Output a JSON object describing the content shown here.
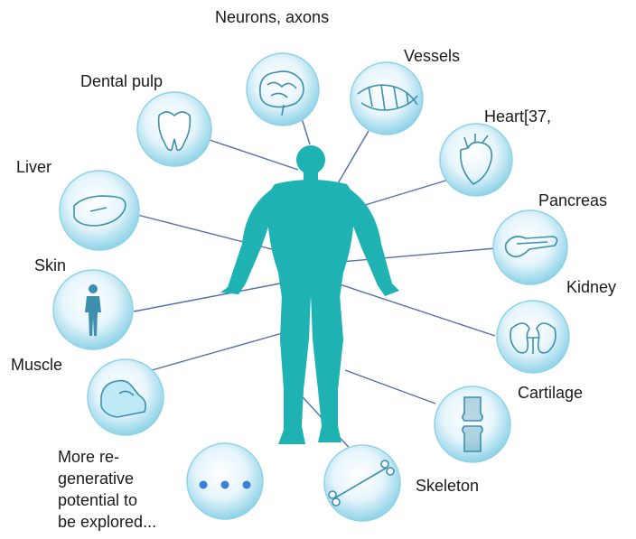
{
  "labels": {
    "neurons": "Neurons, axons",
    "vessels": "Vessels",
    "dental": "Dental pulp",
    "heart": "Heart[37,",
    "liver": "Liver",
    "pancreas": "Pancreas",
    "skin": "Skin",
    "kidney": "Kidney",
    "muscle": "Muscle",
    "cartilage": "Cartilage",
    "more": "More re-\ngenerative\npotential to\nbe explored...",
    "skeleton": "Skeleton"
  },
  "colors": {
    "body": "#1fb2b3",
    "connector": "#4f6fa8",
    "bubble_center": "#ffffff",
    "bubble_edge": "#8fd3e8",
    "icon": "#3d8fb0",
    "dots": "#3a7fd8"
  },
  "icons": {
    "neurons": "brain-icon",
    "vessels": "vessel-network-icon",
    "dental": "tooth-icon",
    "heart": "heart-icon",
    "liver": "liver-icon",
    "pancreas": "pancreas-icon",
    "skin": "human-silhouette-icon",
    "kidney": "kidney-icon",
    "muscle": "flexed-arm-icon",
    "cartilage": "knee-joint-icon",
    "more": "ellipsis-icon",
    "skeleton": "bone-icon"
  }
}
